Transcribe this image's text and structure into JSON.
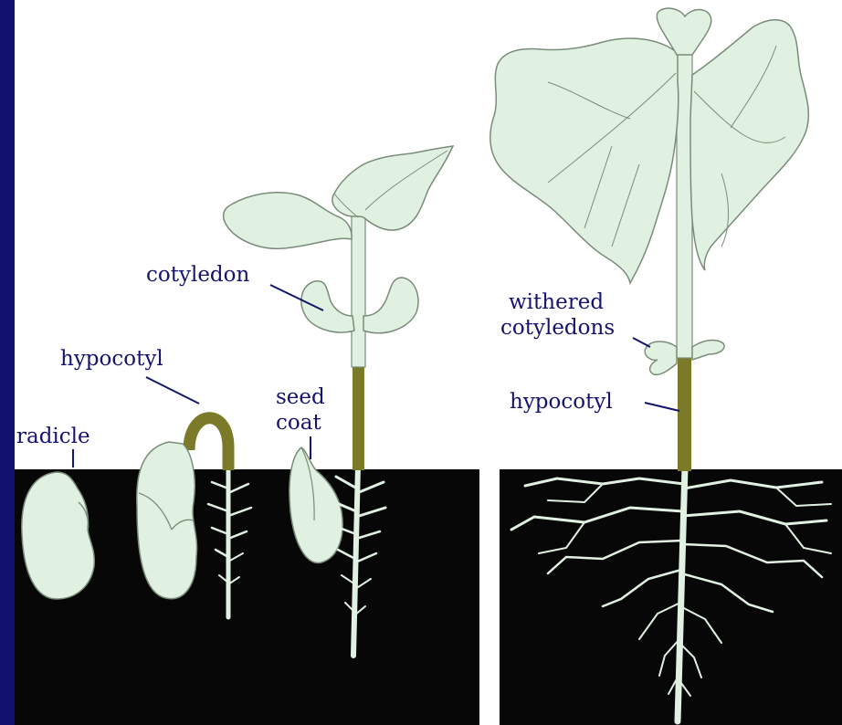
{
  "colors": {
    "frame_bar": "#10106e",
    "soil": "#070707",
    "plant_fill": "#e1f1e1",
    "plant_outline": "#7a8c79",
    "hypocotyl_stem": "#7b7a28",
    "root": "#e1f1e1",
    "label_text": "#14146e",
    "leader_line": "#14146e"
  },
  "labels": {
    "radicle": "radicle",
    "hypocotyl_stage2": "hypocotyl",
    "seed_coat_line1": "seed",
    "seed_coat_line2": "coat",
    "cotyledon": "cotyledon",
    "withered_line1": "withered",
    "withered_line2": "cotyledons",
    "hypocotyl_stage5": "hypocotyl"
  },
  "icons": {
    "seed_stage_1": "bean-seed-with-radicle-icon",
    "seed_stage_2": "germinating-bean-hypocotyl-hook-icon",
    "seed_stage_3": "seedling-emerging-seed-coat-icon",
    "seed_stage_4": "young-seedling-cotyledons-icon",
    "seed_stage_5": "mature-bean-plant-withered-cotyledons-icon"
  }
}
